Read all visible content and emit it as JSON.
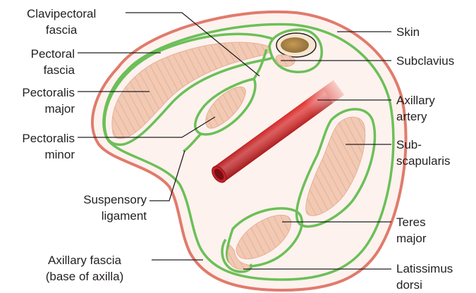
{
  "labels": {
    "clavipectoral": [
      "Clavipectoral",
      "fascia"
    ],
    "pectoral_fascia": [
      "Pectoral",
      "fascia"
    ],
    "pectoralis_major": [
      "Pectoralis",
      "major"
    ],
    "pectoralis_minor": [
      "Pectoralis",
      "minor"
    ],
    "suspensory": [
      "Suspensory",
      "ligament"
    ],
    "axillary_fascia": [
      "Axillary fascia",
      "(base of axilla)"
    ],
    "skin": [
      "Skin"
    ],
    "subclavius": [
      "Subclavius"
    ],
    "axillary_artery": [
      "Axillary",
      "artery"
    ],
    "subscapularis": [
      "Sub-",
      "scapularis"
    ],
    "teres_major": [
      "Teres",
      "major"
    ],
    "latissimus": [
      "Latissimus",
      "dorsi"
    ]
  },
  "colors": {
    "skin_outline": "#e07b6c",
    "skin_fill": "#fdf2ee",
    "fascia": "#6cbf58",
    "muscle": "#f2c9b3",
    "muscle_stripe": "#d99a80",
    "bone": "#c9a46a",
    "artery": "#d8262a"
  }
}
